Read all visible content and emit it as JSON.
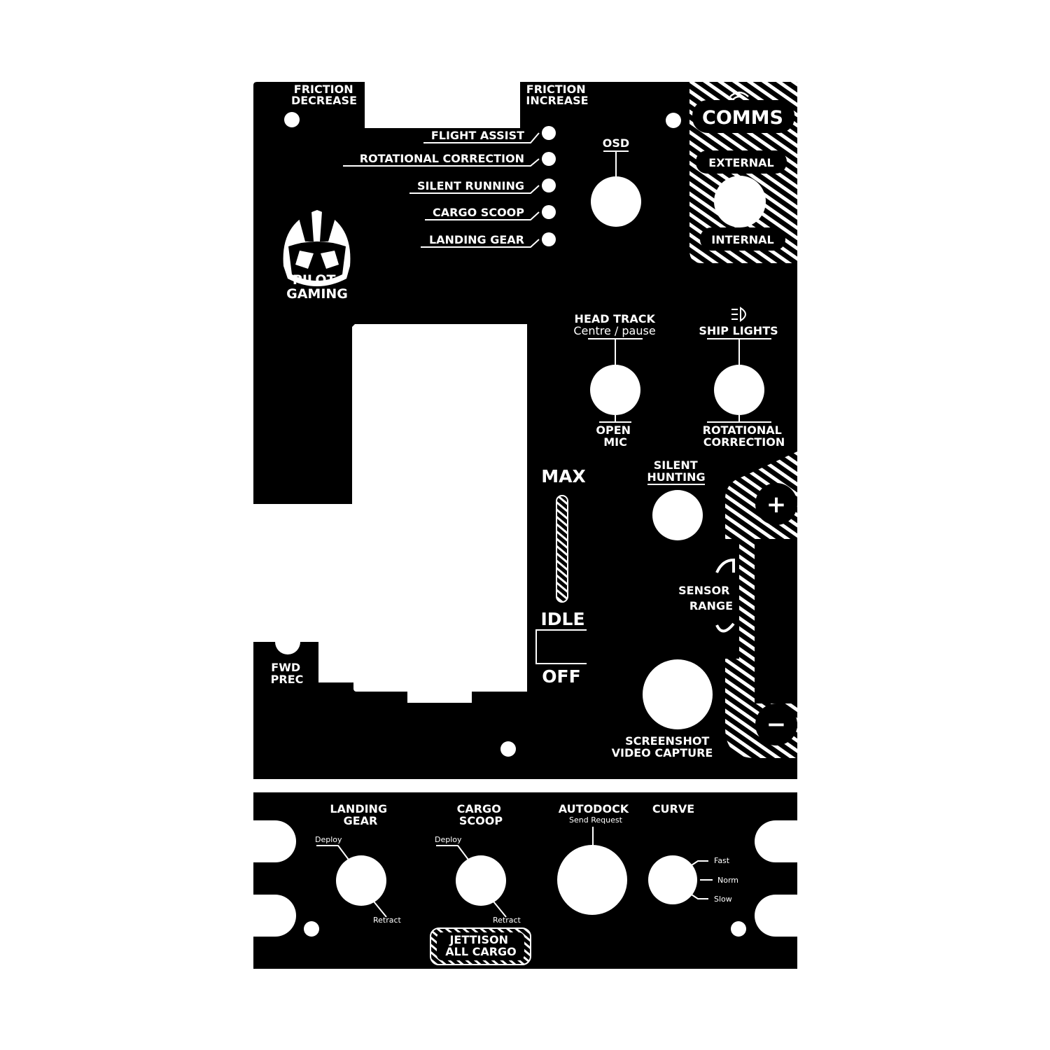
{
  "colors": {
    "panel": "#000000",
    "engraving": "#ffffff",
    "background": "#ffffff"
  },
  "upper_panel": {
    "friction_decrease": [
      "FRICTION",
      "DECREASE"
    ],
    "friction_increase": [
      "FRICTION",
      "INCREASE"
    ],
    "toggles": [
      "FLIGHT ASSIST",
      "ROTATIONAL CORRECTION",
      "SILENT RUNNING",
      "CARGO SCOOP",
      "LANDING GEAR"
    ],
    "osd": "OSD",
    "comms": {
      "title": "COMMS",
      "external": "EXTERNAL",
      "internal": "INTERNAL",
      "icon": "wifi-icon"
    },
    "logo": [
      "PILOT",
      "GAMING"
    ],
    "head_track": [
      "HEAD TRACK",
      "Centre / pause"
    ],
    "open_mic": [
      "OPEN",
      "MIC"
    ],
    "ship_lights": {
      "label": "SHIP LIGHTS",
      "icon": "headlight-icon"
    },
    "rotational_correction": [
      "ROTATIONAL",
      "CORRECTION"
    ],
    "throttle": {
      "max": "MAX",
      "idle": "IDLE",
      "off": "OFF"
    },
    "silent_hunting": [
      "SILENT",
      "HUNTING"
    ],
    "sensor_range": [
      "SENSOR",
      "RANGE"
    ],
    "plus": "+",
    "minus": "−",
    "fwd_prec": [
      "FWD",
      "PREC"
    ],
    "screenshot": [
      "SCREENSHOT",
      "VIDEO CAPTURE"
    ]
  },
  "lower_panel": {
    "landing_gear": {
      "title": [
        "LANDING",
        "GEAR"
      ],
      "up": "Deploy",
      "down": "Retract"
    },
    "cargo_scoop": {
      "title": [
        "CARGO",
        "SCOOP"
      ],
      "up": "Deploy",
      "down": "Retract"
    },
    "autodock": {
      "title": "AUTODOCK",
      "sub": "Send Request"
    },
    "curve": {
      "title": "CURVE",
      "options": [
        "Fast",
        "Norm",
        "Slow"
      ]
    },
    "jettison": [
      "JETTISON",
      "ALL CARGO"
    ]
  }
}
